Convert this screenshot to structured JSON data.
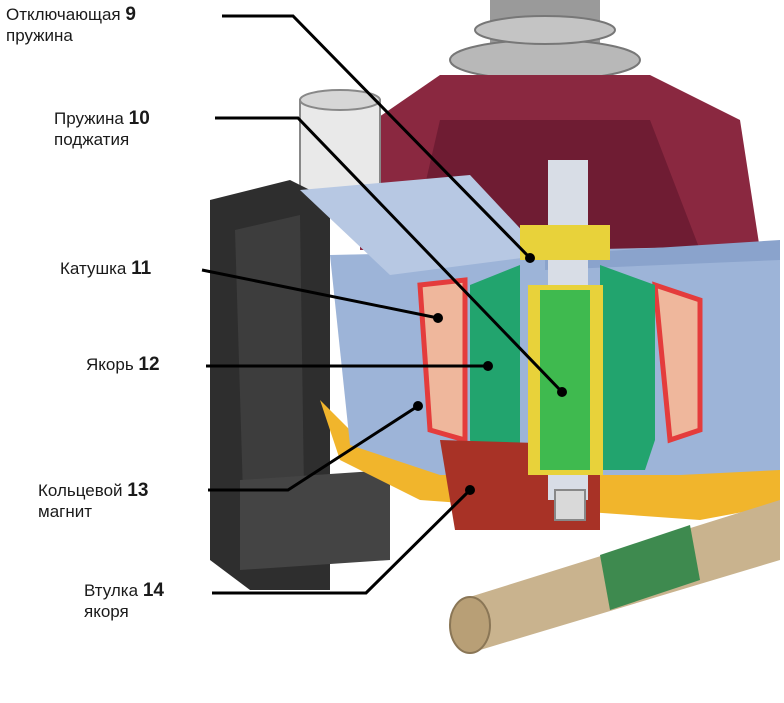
{
  "labels": [
    {
      "id": "9",
      "line1": "Отключающая",
      "num": "9",
      "line2": "пружина"
    },
    {
      "id": "10",
      "line1": "Пружина",
      "num": "10",
      "line2": "поджатия"
    },
    {
      "id": "11",
      "line1": "Катушка",
      "num": "11",
      "line2": ""
    },
    {
      "id": "12",
      "line1": "Якорь",
      "num": "12",
      "line2": ""
    },
    {
      "id": "13",
      "line1": "Кольцевой",
      "num": "13",
      "line2": "магнит"
    },
    {
      "id": "14",
      "line1": "Втулка",
      "num": "14",
      "line2": "якоря"
    }
  ],
  "colors": {
    "housing": "#9db4d8",
    "top_cap": "#8a2840",
    "armature": "#22a46e",
    "spring": "#e8d23a",
    "sleeve": "#a83226",
    "shaft": "#c9b38e",
    "bracket": "#2e2e2e",
    "leader": "#000000"
  }
}
